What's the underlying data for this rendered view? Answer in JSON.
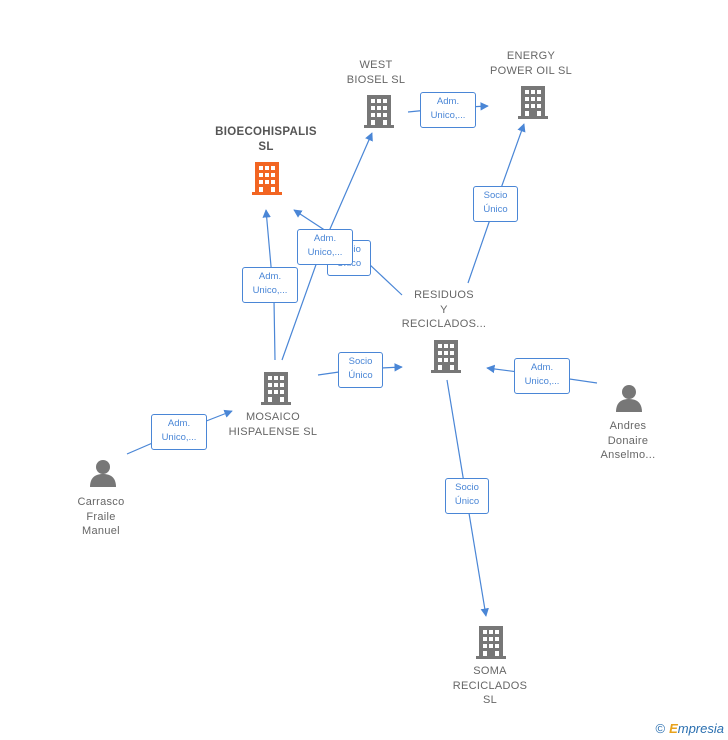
{
  "nodes": {
    "bioecohispalis": {
      "label": "BIOECOHISPALIS\nSL",
      "type": "company",
      "color": "#f26522"
    },
    "west_biosel": {
      "label": "WEST\nBIOSEL  SL",
      "type": "company",
      "color": "#777777"
    },
    "energy_power_oil": {
      "label": "ENERGY\nPOWER OIL  SL",
      "type": "company",
      "color": "#777777"
    },
    "residuos_reciclados": {
      "label": "RESIDUOS\nY\nRECICLADOS...",
      "type": "company",
      "color": "#777777"
    },
    "mosaico_hispalense": {
      "label": "MOSAICO\nHISPALENSE SL",
      "type": "company",
      "color": "#777777"
    },
    "soma_reciclados": {
      "label": "SOMA\nRECICLADOS\nSL",
      "type": "company",
      "color": "#777777"
    },
    "carrasco_fraile": {
      "label": "Carrasco\nFraile\nManuel",
      "type": "person",
      "color": "#777777"
    },
    "andres_donaire": {
      "label": "Andres\nDonaire\nAnselmo...",
      "type": "person",
      "color": "#777777"
    }
  },
  "edges": {
    "mosaico_to_bioeco": {
      "label": "Adm.\nUnico,..."
    },
    "residuos_to_bioeco": {
      "label": "Socio\nÚnico"
    },
    "mosaico_to_west": {
      "label": "Adm.\nUnico,..."
    },
    "west_to_energy": {
      "label": "Adm.\nUnico,..."
    },
    "residuos_to_energy": {
      "label": "Socio\nÚnico"
    },
    "mosaico_to_residuos": {
      "label": "Socio\nÚnico"
    },
    "andres_to_residuos": {
      "label": "Adm.\nUnico,..."
    },
    "carrasco_to_mosaico": {
      "label": "Adm.\nUnico,..."
    },
    "residuos_to_soma": {
      "label": "Socio\nÚnico"
    }
  },
  "colors": {
    "edge": "#4a86d6",
    "company": "#777777",
    "focus_company": "#f26522"
  },
  "footer": {
    "copyright": "©",
    "brand_first": "E",
    "brand_rest": "mpresia"
  }
}
